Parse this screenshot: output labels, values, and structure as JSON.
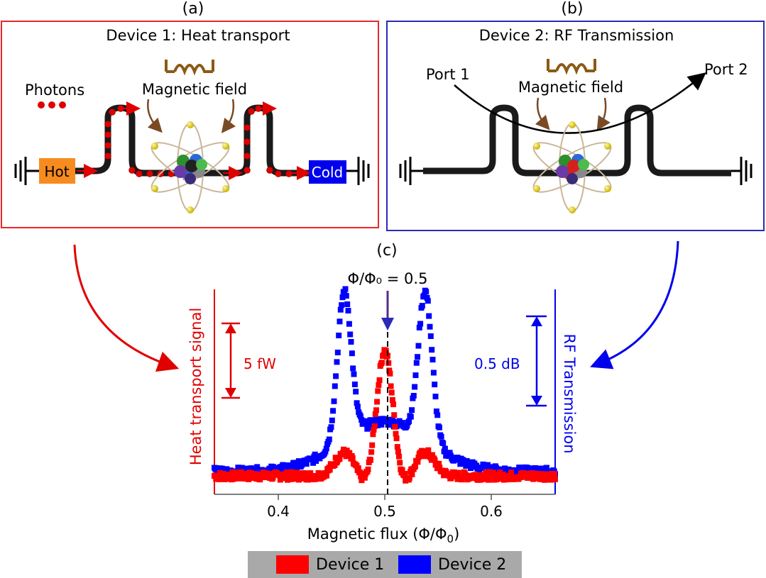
{
  "panel_a": {
    "letter": "(a)",
    "title": "Device 1: Heat transport",
    "photons_label": "Photons",
    "magnetic_label": "Magnetic field",
    "hot_label": "Hot",
    "cold_label": "Cold",
    "frame_color": "#e8282d",
    "hot_color": "#f78b1f",
    "cold_color": "#0000ee"
  },
  "panel_b": {
    "letter": "(b)",
    "title": "Device 2: RF Transmission",
    "port1_label": "Port 1",
    "port2_label": "Port 2",
    "magnetic_label": "Magnetic field",
    "frame_color": "#2a2ab8"
  },
  "panel_c": {
    "letter": "(c)",
    "annotation": "Φ/Φ₀ = 0.5",
    "left_axis_label": "Heat transport signal",
    "right_axis_label": "RF Transmission",
    "x_axis_label": "Magnetic flux (Φ/Φ",
    "x_axis_label_sub": "0",
    "x_axis_label_end": ")",
    "scale_left_label": "5 fW",
    "scale_right_label": "0.5 dB"
  },
  "chart_data": {
    "type": "scatter",
    "xlabel": "Magnetic flux (Φ/Φ0)",
    "ylabel_left": "Heat transport signal",
    "ylabel_right": "RF Transmission",
    "xlim": [
      0.34,
      0.66
    ],
    "x_ticks": [
      "0.4",
      "0.5",
      "0.6"
    ],
    "x_tick_values": [
      0.4,
      0.5,
      0.6
    ],
    "series": [
      {
        "name": "Device 1",
        "color": "#ff0000",
        "peaks": [
          {
            "x": 0.462,
            "height": 0.13,
            "width": 0.009
          },
          {
            "x": 0.5,
            "height": 0.7,
            "width": 0.0075
          },
          {
            "x": 0.538,
            "height": 0.13,
            "width": 0.009
          }
        ],
        "dips": [
          {
            "x": 0.482,
            "depth": 0.05,
            "width": 0.006
          },
          {
            "x": 0.518,
            "depth": 0.05,
            "width": 0.006
          }
        ],
        "baseline": 0.075
      },
      {
        "name": "Device 2",
        "color": "#0000ff",
        "peaks": [
          {
            "x": 0.462,
            "height": 0.83,
            "width": 0.0065
          },
          {
            "x": 0.538,
            "height": 0.83,
            "width": 0.0065
          },
          {
            "x": 0.5,
            "height": 0.28,
            "width": 0.04
          }
        ],
        "dips": [],
        "baseline": 0.1
      }
    ],
    "legend": {
      "entries": [
        "Device 1",
        "Device 2"
      ],
      "placement": "bottom-center"
    }
  }
}
